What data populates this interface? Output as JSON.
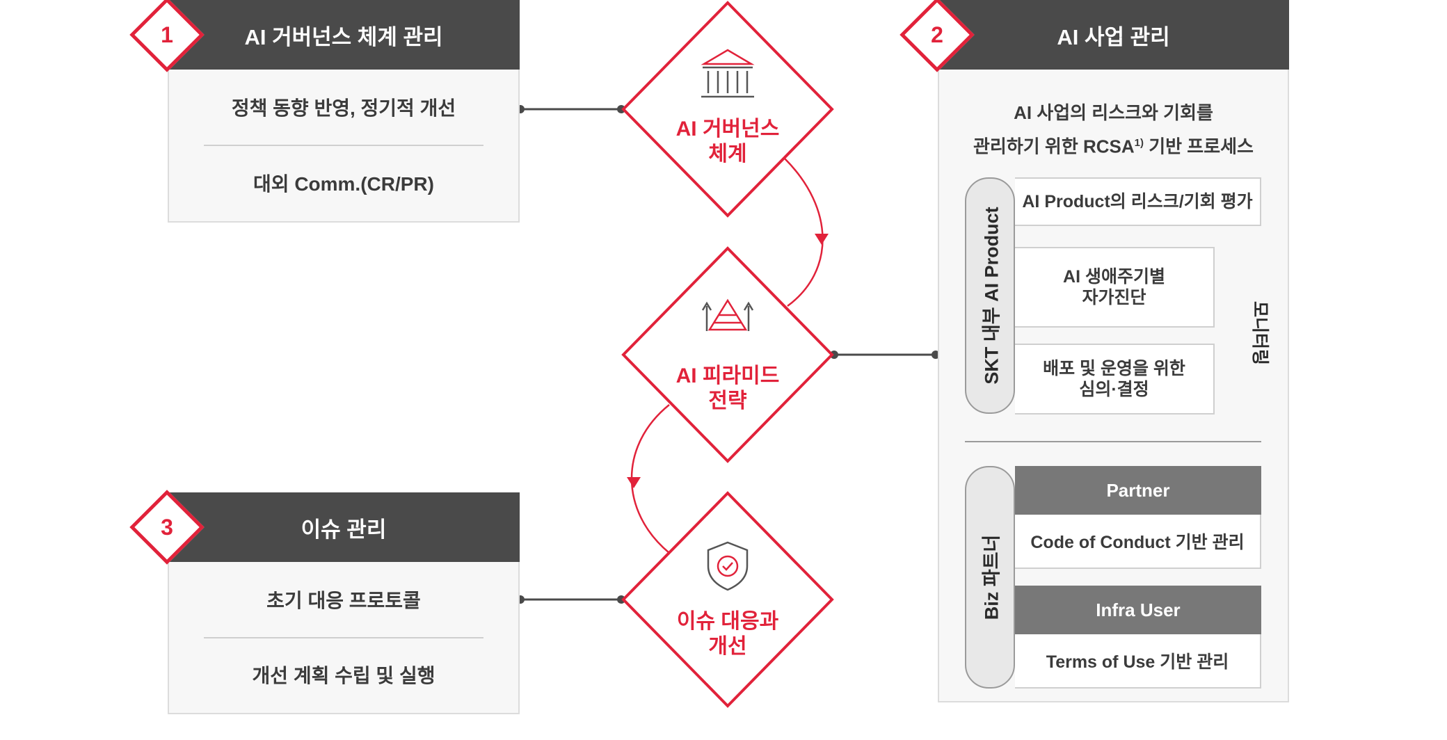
{
  "panel1": {
    "number": "1",
    "title": "AI 거버넌스 체계 관리",
    "items": [
      "정책 동향 반영, 정기적 개선",
      "대외 Comm.(CR/PR)"
    ]
  },
  "panel2": {
    "number": "2",
    "title": "AI 사업 관리",
    "intro_line1": "AI 사업의 리스크와 기회를",
    "intro_line2_before": "관리하기 위한 RCSA",
    "intro_sup": "1)",
    "intro_line2_after": " 기반 프로세스",
    "skt_label": "SKT 내부 AI Product",
    "process": [
      {
        "lines": [
          "AI Product의 리스크/기회 평가"
        ]
      },
      {
        "lines": [
          "AI 생애주기별",
          "자가진단"
        ]
      },
      {
        "lines": [
          "배포 및 운영을 위한",
          "심의·결정"
        ]
      }
    ],
    "monitoring_label": "모니터링",
    "biz_label": "Biz 파트너",
    "partner_title": "Partner",
    "partner_item": "Code of Conduct 기반 관리",
    "infra_title": "Infra User",
    "infra_item": "Terms of Use 기반 관리"
  },
  "panel3": {
    "number": "3",
    "title": "이슈 관리",
    "items": [
      "초기 대응 프로토콜",
      "개선 계획 수립 및 실행"
    ]
  },
  "diamonds": [
    {
      "lines": [
        "AI 거버넌스",
        "체계"
      ],
      "icon": "bank-building-icon"
    },
    {
      "lines": [
        "AI 피라미드",
        "전략"
      ],
      "icon": "pyramid-arrows-icon"
    },
    {
      "lines": [
        "이슈 대응과",
        "개선"
      ],
      "icon": "shield-check-icon"
    }
  ],
  "colors": {
    "accent": "#e1223a",
    "header": "#4a4a4a",
    "subheader": "#787878",
    "panel_bg": "#f7f7f7"
  }
}
